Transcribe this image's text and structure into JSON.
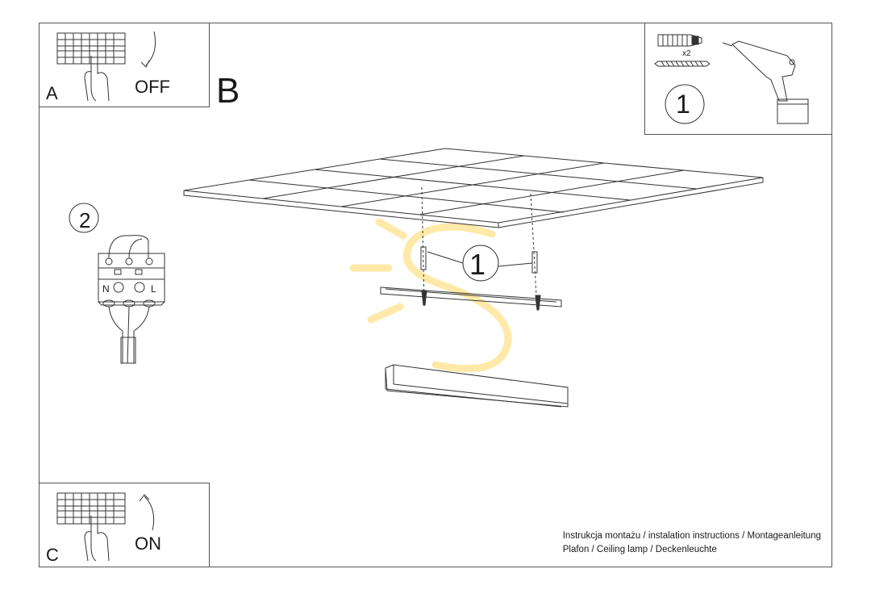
{
  "panel_a": {
    "letter": "A",
    "state": "OFF"
  },
  "panel_b": {
    "letter": "B"
  },
  "panel_c": {
    "letter": "C",
    "state": "ON"
  },
  "tools": {
    "quantity": "x2",
    "step": "1"
  },
  "wiring": {
    "step": "2",
    "terminals": [
      "N",
      "L"
    ]
  },
  "mounting": {
    "step": "1"
  },
  "footer": {
    "line1": "Instrukcja montażu / instalation instructions / Montageanleitung",
    "line2": "Plafon / Ceiling lamp / Deckenleuchte"
  },
  "colors": {
    "line": "#333333",
    "watermark": "#ffe9a8"
  }
}
